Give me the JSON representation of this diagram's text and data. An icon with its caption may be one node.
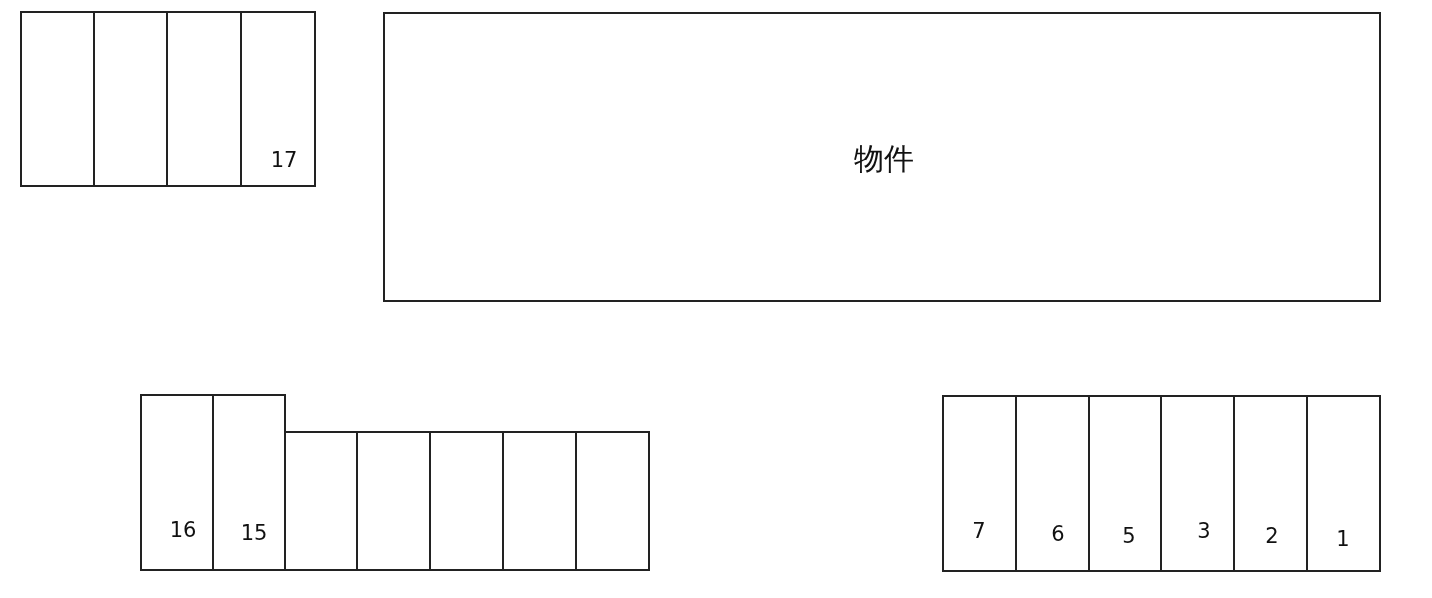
{
  "diagram": {
    "nodes": [
      {
        "text": [],
        "shape": "box"
      },
      {
        "text": [],
        "shape": "box"
      },
      {
        "text": [],
        "shape": "box"
      },
      {
        "text": [
          "17"
        ]
      },
      {
        "text": [
          "物件"
        ]
      },
      {
        "text": [
          "16"
        ]
      },
      {
        "text": [
          "15"
        ]
      },
      {
        "text": [],
        "shape": "box"
      },
      {
        "text": [],
        "shape": "box"
      },
      {
        "text": [],
        "shape": "box"
      },
      {
        "text": [],
        "shape": "box"
      },
      {
        "text": [],
        "shape": "box"
      },
      {
        "text": [
          "7"
        ]
      },
      {
        "text": [
          "6"
        ]
      },
      {
        "text": [
          "5"
        ]
      },
      {
        "text": [
          "3"
        ]
      },
      {
        "text": [
          "2"
        ]
      },
      {
        "text": [
          "1"
        ]
      }
    ]
  }
}
